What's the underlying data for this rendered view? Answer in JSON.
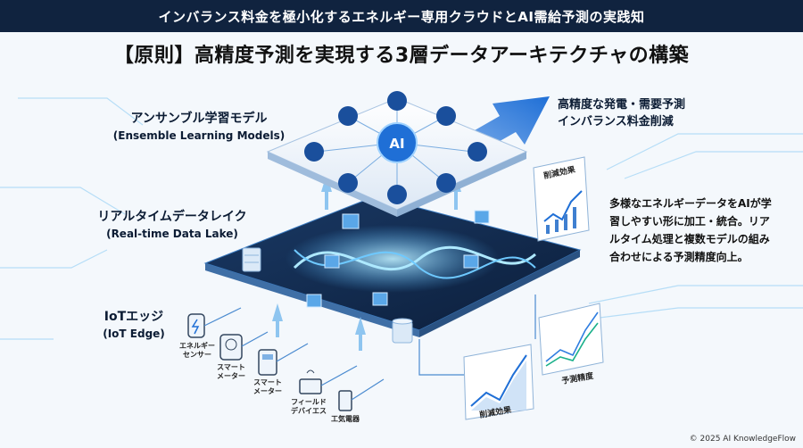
{
  "header": {
    "banner": "インバランス料金を極小化するエネルギー専用クラウドとAI需給予測の実践知"
  },
  "title": "【原則】高精度予測を実現する3層データアーキテクチャの構築",
  "layers": {
    "ensemble": {
      "jp": "アンサンブル学習モデル",
      "en": "(Ensemble Learning Models)"
    },
    "datalake": {
      "jp": "リアルタイムデータレイク",
      "en": "(Real-time Data Lake)"
    },
    "edge": {
      "jp": "IoTエッジ",
      "en": "(IoT Edge)"
    }
  },
  "ai_label": "AI",
  "result": {
    "line1": "高精度な発電・需要予測",
    "line2": "インバランス料金削減"
  },
  "description": "多様なエネルギーデータをAIが学習しやすい形に加工・統合。リアルタイム処理と複数モデルの組み合わせによる予測精度向上。",
  "devices": [
    {
      "l1": "エネルギー",
      "l2": "センサー"
    },
    {
      "l1": "スマート",
      "l2": "メーター"
    },
    {
      "l1": "スマート",
      "l2": "メーター"
    },
    {
      "l1": "フィールド",
      "l2": "デバイエス"
    },
    {
      "l1": "工気電器",
      "l2": ""
    }
  ],
  "panels": {
    "top": "削減効果",
    "bottom_left": "削減効果",
    "bottom_right": "予測精度"
  },
  "footer": "© 2025 AI KnowledgeFlow",
  "colors": {
    "banner": "#10233f",
    "accent": "#1f6fd6",
    "platform": "#12284a",
    "glow": "#7fd4ff"
  }
}
